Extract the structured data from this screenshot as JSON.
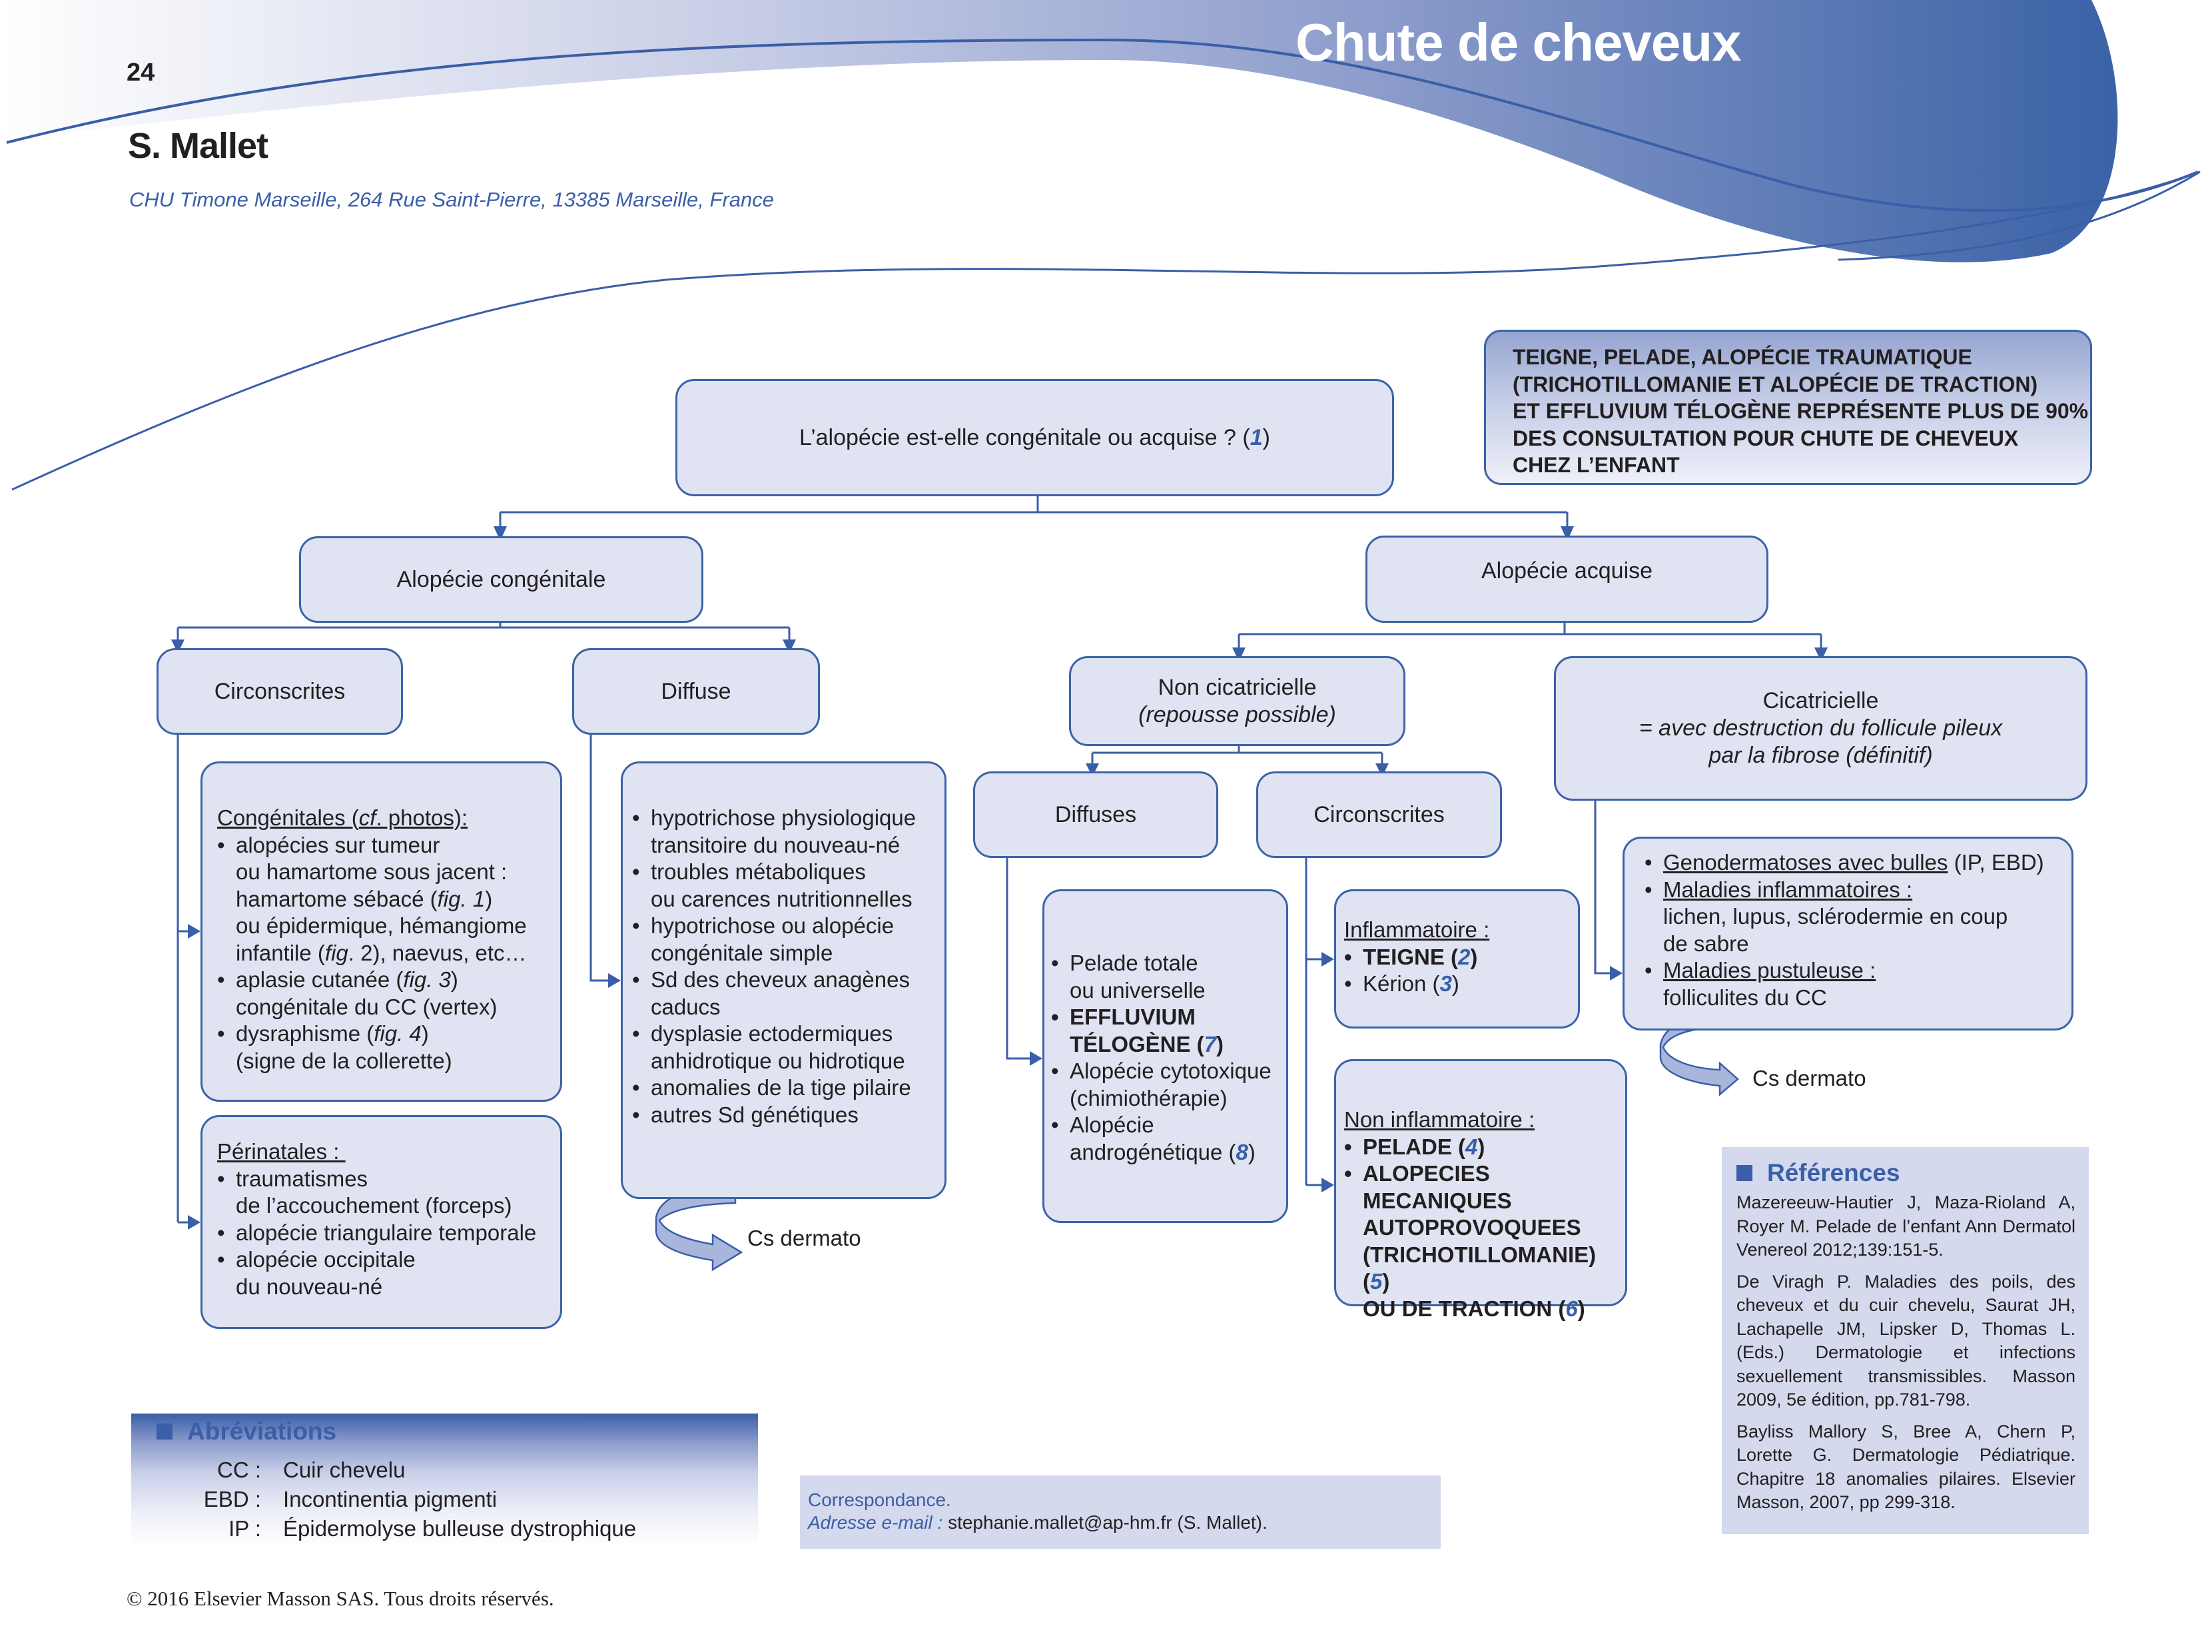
{
  "header": {
    "page_number": "24",
    "title": "Chute de cheveux",
    "author": "S. Mallet",
    "affiliation": "CHU Timone Marseille, 264 Rue Saint-Pierre, 13385 Marseille, France"
  },
  "colors": {
    "accent": "#3a5ea8",
    "box_fill": "#dfe3f2",
    "box_border": "#3c63a8",
    "panel_fill": "#d4d9ed"
  },
  "top_note": {
    "lines": [
      "TEIGNE, PELADE, ALOPÉCIE TRAUMATIQUE",
      "(TRICHOTILLOMANIE ET ALOPÉCIE DE TRACTION)",
      "ET EFFLUVIUM TÉLOGÈNE REPRÉSENTE PLUS DE 90%",
      "DES CONSULTATION POUR CHUTE DE CHEVEUX",
      "CHEZ L’ENFANT"
    ]
  },
  "flow": {
    "root": {
      "text": "L’alopécie est-elle congénitale ou acquise ? (",
      "ref": "1",
      "close": ")"
    },
    "congenitale": {
      "label": "Alopécie congénitale",
      "circonscrites": {
        "label": "Circonscrites",
        "congenitales": {
          "heading": "Congénitales (",
          "heading_cf": "cf",
          "heading_end": ". photos):",
          "items": [
            {
              "lines": [
                "alopécies sur tumeur",
                "ou hamartome sous jacent :"
              ],
              "l3a": "hamartome sébacé (",
              "l3fig": "fig. 1",
              "l3b": ")",
              "l4": "ou épidermique, hémangiome",
              "l5a": "infantile (",
              "l5fig": "fig",
              "l5b": ". 2), naevus, etc…"
            },
            {
              "a": "aplasie cutanée (",
              "fig": "fig. 3",
              "b": ")",
              "l2": "congénitale du CC (vertex)"
            },
            {
              "a": "dysraphisme (",
              "fig": "fig. 4",
              "b": ")",
              "l2": "(signe de la collerette)"
            }
          ]
        },
        "perinatales": {
          "heading": "Périnatales : ",
          "items": [
            [
              "traumatismes",
              "de l’accouchement (forceps)"
            ],
            [
              "alopécie triangulaire temporale"
            ],
            [
              "alopécie occipitale",
              "du nouveau-né"
            ]
          ]
        }
      },
      "diffuse": {
        "label": "Diffuse",
        "items": [
          [
            "hypotrichose physiologique",
            "transitoire du nouveau-né"
          ],
          [
            "troubles métaboliques",
            "ou carences nutritionnelles"
          ],
          [
            "hypotrichose ou alopécie",
            "congénitale simple"
          ],
          [
            "Sd des cheveux anagènes",
            "caducs"
          ],
          [
            "dysplasie ectodermiques",
            "anhidrotique ou hidrotique"
          ],
          [
            "anomalies de la tige pilaire"
          ],
          [
            "autres Sd génétiques"
          ]
        ],
        "cs": "Cs dermato"
      }
    },
    "acquise": {
      "label": "Alopécie acquise",
      "non_cicatricielle": {
        "label": "Non cicatricielle",
        "sublabel": "(repousse possible)",
        "diffuses": {
          "label": "Diffuses",
          "items": {
            "i1": [
              "Pelade totale",
              "ou universelle"
            ],
            "i2a": "EFFLUVIUM",
            "i2b": "TÉLOGÈNE (",
            "i2ref": "7",
            "i2c": ")",
            "i3": [
              "Alopécie cytotoxique",
              "(chimiothérapie)"
            ],
            "i4a": "Alopécie",
            "i4b": "androgénétique (",
            "i4ref": "8",
            "i4c": ")"
          }
        },
        "circonscrites": {
          "label": "Circonscrites",
          "inflammatoire": {
            "heading": "Inflammatoire :",
            "teigne": "TEIGNE (",
            "teigne_ref": "2",
            "teigne_close": ")",
            "kerion": "Kérion (",
            "kerion_ref": "3",
            "kerion_close": ")"
          },
          "non_inflammatoire": {
            "heading": "Non inflammatoire :",
            "pelade": "PELADE (",
            "pelade_ref": "4",
            "pelade_close": ")",
            "l1": "ALOPECIES MECANIQUES",
            "l2": "AUTOPROVOQUEES",
            "l3": "(TRICHOTILLOMANIE) (",
            "l3_ref": "5",
            "l3_close": ")",
            "l4": "OU DE TRACTION (",
            "l4_ref": "6",
            "l4_close": ")"
          }
        }
      },
      "cicatricielle": {
        "label": "Cicatricielle",
        "line2": "= avec destruction du follicule pileux",
        "line3": "par la fibrose (définitif)",
        "items": {
          "g_u": "Genodermatoses avec bulles",
          "g_rest": " (IP, EBD)",
          "m_u": "Maladies inflammatoires :",
          "m_rest": [
            "lichen, lupus, sclérodermie en coup",
            "de sabre"
          ],
          "p_u": "Maladies pustuleuse :",
          "p_rest": "folliculites du CC"
        },
        "cs": "Cs dermato"
      }
    }
  },
  "abbreviations": {
    "title": "Abréviations",
    "items": [
      {
        "key": "CC :",
        "value": "Cuir chevelu"
      },
      {
        "key": "EBD :",
        "value": "Incontinentia pigmenti"
      },
      {
        "key": "IP :",
        "value": "Épidermolyse bulleuse dystrophique"
      }
    ]
  },
  "correspondance": {
    "title": "Correspondance.",
    "email_label": "Adresse e-mail :",
    "email": " stephanie.mallet@ap-hm.fr (S. Mallet)."
  },
  "references": {
    "title": "Références",
    "items": [
      "Mazereeuw-Hautier J, Maza-Rioland A, Royer M. Pelade de l’enfant Ann Dermatol Venereol 2012;139:151-5.",
      "De Viragh P. Maladies des poils, des cheveux et du cuir chevelu, Saurat JH, Lachapelle JM, Lipsker D, Thomas L. (Eds.) Dermatologie et infections sexuellement transmissibles. Masson 2009, 5e édition, pp.781-798.",
      "Bayliss Mallory S, Bree A, Chern P, Lorette G. Dermatologie Pédiatrique. Chapitre 18 anomalies pilaires. Elsevier Masson, 2007, pp 299-318."
    ]
  },
  "footer": {
    "copyright": "© 2016 Elsevier Masson SAS. Tous droits réservés."
  }
}
